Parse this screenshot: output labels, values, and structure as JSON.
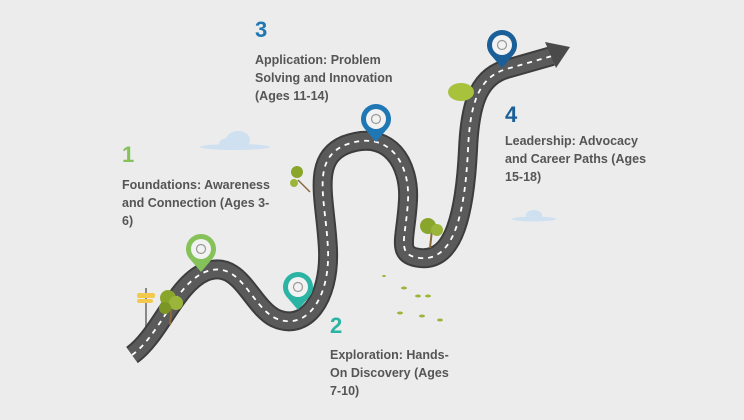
{
  "stages": [
    {
      "number": "1",
      "title": "Foundations: Awareness and Connection (Ages 3-6)",
      "color": "#86c25a",
      "icon": "blocks-icon"
    },
    {
      "number": "2",
      "title": "Exploration: Hands-On Discovery (Ages 7-10)",
      "color": "#2bb3a4",
      "icon": "gear-icon"
    },
    {
      "number": "3",
      "title": "Application: Problem Solving and Innovation (Ages 11-14)",
      "color": "#1f77b4",
      "icon": "laptop-icon"
    },
    {
      "number": "4",
      "title": "Leadership: Advocacy and Career Paths (Ages 15-18)",
      "color": "#1a5f98",
      "icon": "network-icon"
    }
  ],
  "colors": {
    "road": "#4a4a4a",
    "background": "#ececec",
    "text": "#555555"
  }
}
